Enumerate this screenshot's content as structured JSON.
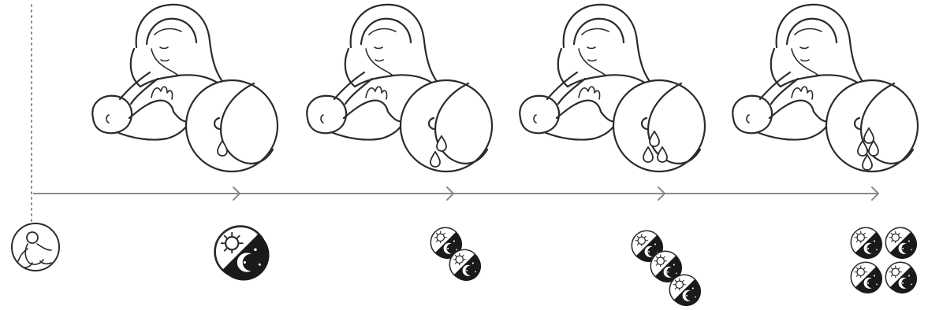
{
  "diagram": {
    "stages": [
      {
        "id": "birth",
        "icon": "newborn-icon",
        "drops": 0,
        "day_night_cycles": 0
      },
      {
        "id": "stage-1",
        "icon": "breastfeeding-icon",
        "drops": 1,
        "day_night_cycles": 1
      },
      {
        "id": "stage-2",
        "icon": "breastfeeding-icon",
        "drops": 2,
        "day_night_cycles": 2
      },
      {
        "id": "stage-3",
        "icon": "breastfeeding-icon",
        "drops": 3,
        "day_night_cycles": 3
      },
      {
        "id": "stage-4",
        "icon": "breastfeeding-icon",
        "drops": 4,
        "day_night_cycles": 4
      }
    ],
    "icons": {
      "mother": "mother-breastfeeding-icon",
      "breast_closeup": "breast-closeup-icon",
      "milk_drop": "milk-drop-icon",
      "day_night": "day-night-icon",
      "newborn": "newborn-icon"
    },
    "colors": {
      "ink": "#2b2b2b",
      "timeline": "#8a8a8a",
      "background": "#ffffff"
    }
  }
}
